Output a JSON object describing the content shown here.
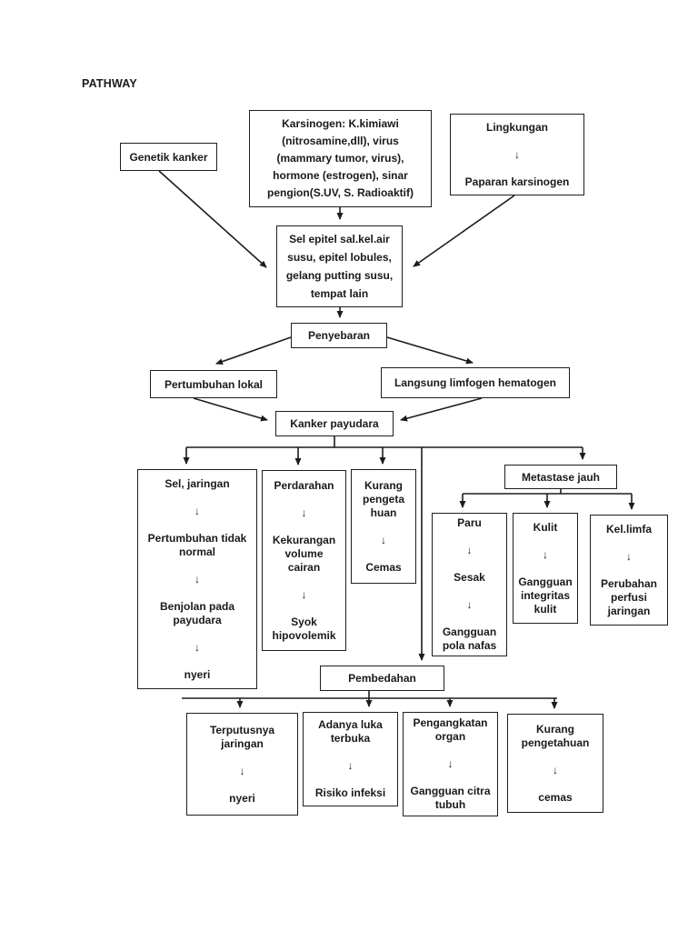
{
  "page": {
    "title": "PATHWAY"
  },
  "diagram": {
    "line_color": "#1c1c1c",
    "boxes": {
      "genetik_kanker": "Genetik kanker",
      "karsinogen": "Karsinogen: K.kimiawi\n(nitrosamine,dll), virus\n(mammary tumor, virus),\nhormone (estrogen), sinar\npengion(S.UV, S. Radioaktif)",
      "lingkungan": "Lingkungan\n\n↓\n\nPaparan karsinogen",
      "sel_epitel": "Sel epitel sal.kel.air\nsusu, epitel lobules,\ngelang putting susu,\ntempat lain",
      "penyebaran": "Penyebaran",
      "pertumbuhan_lokal": "Pertumbuhan lokal",
      "langsung_limfogen": "Langsung limfogen hematogen",
      "kanker_payudara": "Kanker payudara",
      "sel_jaringan": "Sel, jaringan\n\n↓\n\nPertumbuhan tidak\nnormal\n\n↓\n\nBenjolan pada\npayudara\n\n↓\n\nnyeri",
      "perdarahan": "Perdarahan\n\n↓\n\nKekurangan\nvolume\ncairan\n\n↓\n\nSyok\nhipovolemik",
      "kurang_pengetahuan_cemas": "Kurang\npengeta\nhuan\n\n↓\n\nCemas",
      "metastase_jauh": "Metastase jauh",
      "paru": "Paru\n\n↓\n\nSesak\n\n↓\n\nGangguan\npola nafas",
      "kulit": "Kulit\n\n↓\n\nGangguan\nintegritas\nkulit",
      "kel_limfa": "Kel.limfa\n\n↓\n\nPerubahan\nperfusi\njaringan",
      "pembedahan": "Pembedahan",
      "terputusnya_jaringan": "Terputusnya\njaringan\n\n↓\n\nnyeri",
      "adanya_luka_terbuka": "Adanya luka\nterbuka\n\n↓\n\nRisiko infeksi",
      "pengangkatan_organ": "Pengangkatan\norgan\n\n↓\n\nGangguan citra\ntubuh",
      "kurang_pengetahuan_2": "Kurang\npengetahuan\n\n↓\n\ncemas"
    }
  }
}
